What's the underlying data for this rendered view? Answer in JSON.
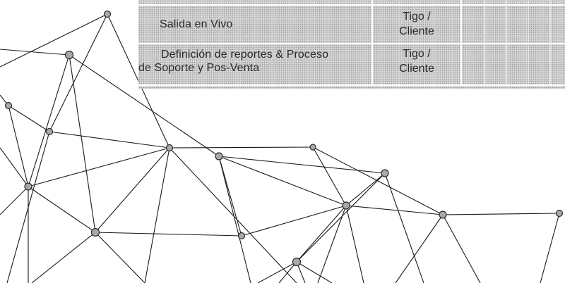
{
  "table": {
    "rows": [
      {
        "task": "Salida en Vivo",
        "owner": [
          "Tigo /",
          "Cliente"
        ]
      },
      {
        "task": [
          "Definición de reportes & Proceso",
          "de Soporte y Pos-Venta"
        ],
        "owner": [
          "Tigo /",
          "Cliente"
        ]
      }
    ]
  },
  "colors": {
    "table_fill": "#d6d6d6",
    "grid_line": "#ffffff",
    "node_fill": "#a9a9a9",
    "edge": "#1a1a1a"
  }
}
